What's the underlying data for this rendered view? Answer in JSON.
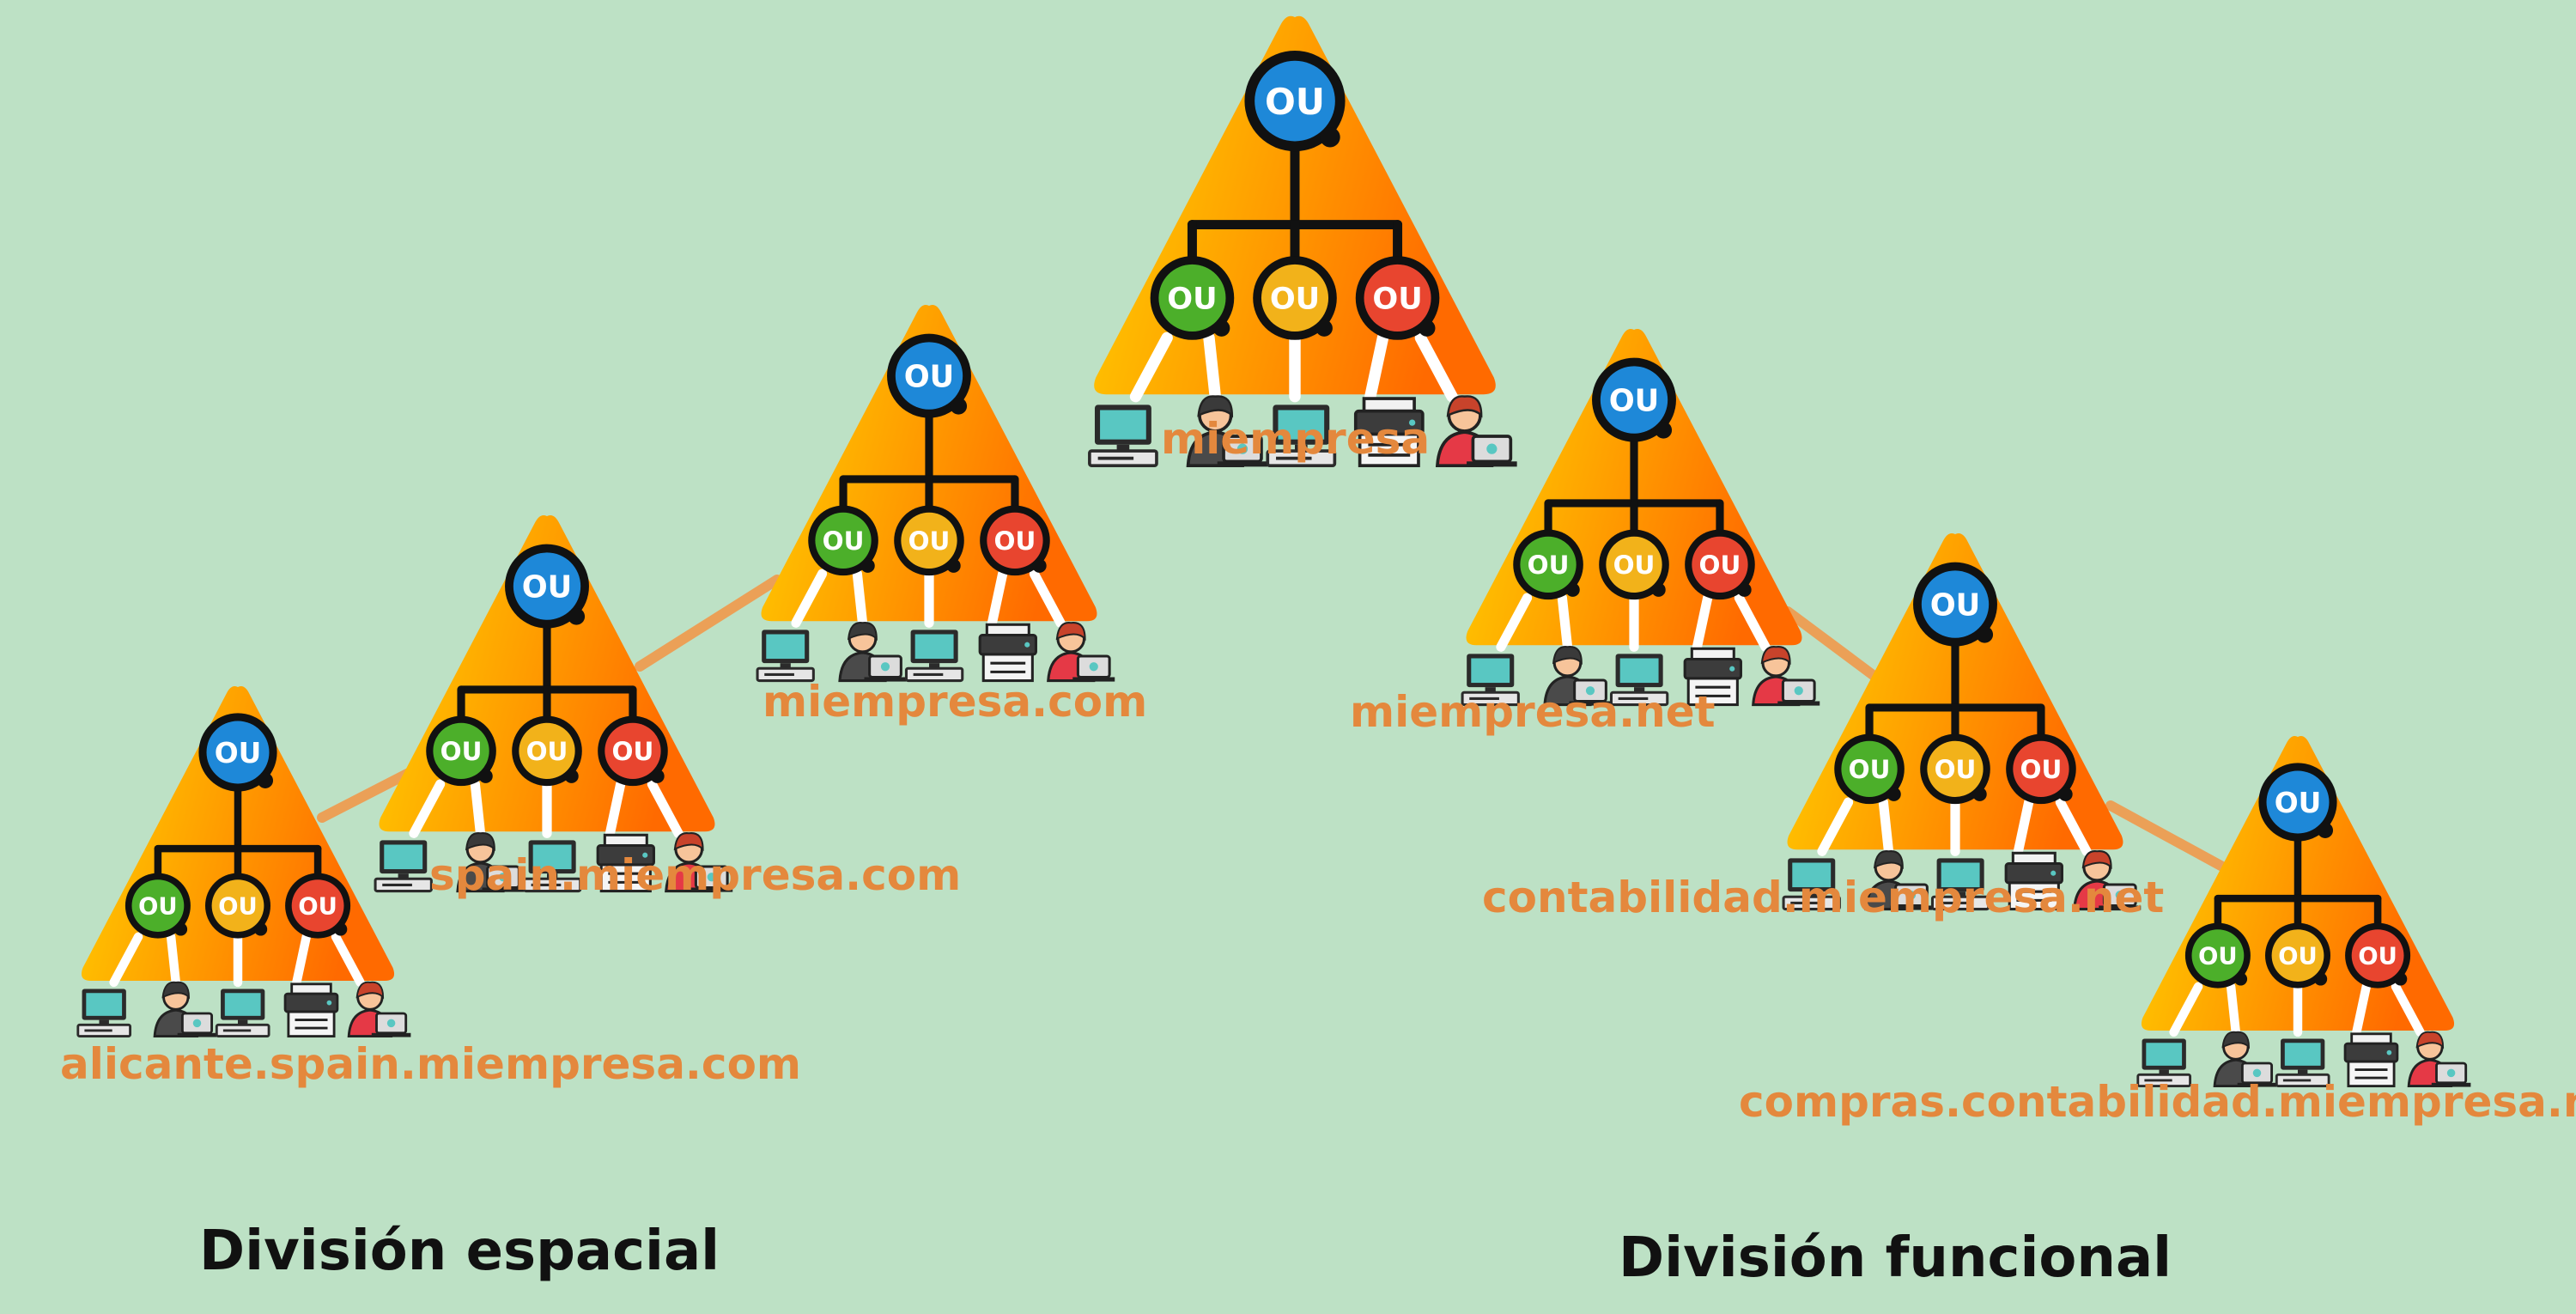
{
  "ou_label": "OU",
  "domains": [
    {
      "id": "miempresa",
      "label": "miempresa"
    },
    {
      "id": "miempresa-com",
      "label": "miempresa.com"
    },
    {
      "id": "spain",
      "label": "spain.miempresa.com"
    },
    {
      "id": "alicante",
      "label": "alicante.spain.miempresa.com"
    },
    {
      "id": "miempresa-net",
      "label": "miempresa.net"
    },
    {
      "id": "contabilidad",
      "label": "contabilidad.miempresa.net"
    },
    {
      "id": "compras",
      "label": "compras.contabilidad.miempresa.net"
    }
  ],
  "sections": {
    "spatial": "División espacial",
    "functional": "División funcional"
  },
  "colors": {
    "background": "#bde1c5",
    "label": "#e4883d",
    "link": "#f09a4c",
    "ou_root": "#1e88d8",
    "ou_green": "#4caf2a",
    "ou_yellow": "#f2b21a",
    "ou_red": "#e8452f"
  }
}
